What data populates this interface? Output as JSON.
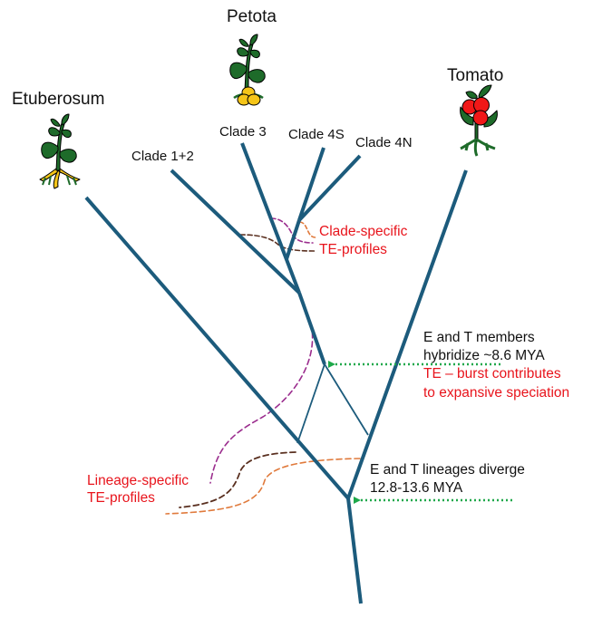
{
  "diagram": {
    "type": "phylogenetic-tree",
    "colors": {
      "branch": "#1c5b7c",
      "red_text": "#e8141c",
      "arrow_green": "#1ea84a",
      "te_purple": "#9b2d8e",
      "te_brown": "#5a3020",
      "te_orange": "#e07a3c",
      "leaf_green": "#1e6b2a",
      "tuber_yellow": "#f5c518",
      "fruit_red": "#f01818"
    },
    "taxa": {
      "etuberosum": "Etuberosum",
      "petota": "Petota",
      "tomato": "Tomato"
    },
    "clades": {
      "clade_1_2": "Clade 1+2",
      "clade_3": "Clade 3",
      "clade_4s": "Clade 4S",
      "clade_4n": "Clade 4N"
    },
    "annotations": {
      "clade_te_line1": "Clade-specific",
      "clade_te_line2": "TE-profiles",
      "hybrid_line1": "E and T members",
      "hybrid_line2": "hybridize ~8.6 MYA",
      "burst_line1": "TE – burst contributes",
      "burst_line2": "to expansive speciation",
      "lineage_te_line1": "Lineage-specific",
      "lineage_te_line2": "TE-profiles",
      "diverge_line1": "E and T lineages diverge",
      "diverge_line2": "12.8-13.6 MYA"
    },
    "icons": {
      "etuberosum": "plant-with-roots-icon",
      "petota": "potato-plant-icon",
      "tomato": "tomato-plant-icon"
    }
  }
}
